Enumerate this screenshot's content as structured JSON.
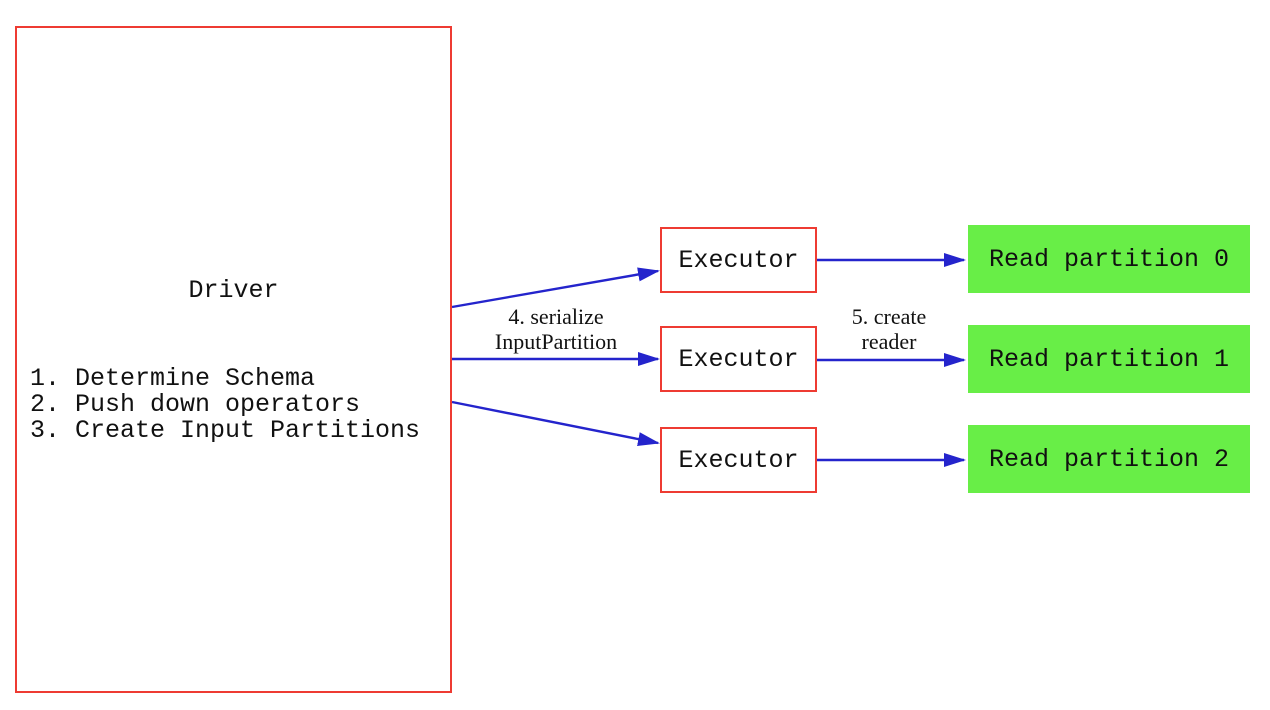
{
  "diagram": {
    "driver": {
      "title": "Driver",
      "steps": [
        "1. Determine Schema",
        "2. Push down operators",
        "3. Create Input Partitions"
      ]
    },
    "executors": [
      {
        "label": "Executor"
      },
      {
        "label": "Executor"
      },
      {
        "label": "Executor"
      }
    ],
    "partitions": [
      {
        "label": "Read partition 0"
      },
      {
        "label": "Read partition 1"
      },
      {
        "label": "Read partition 2"
      }
    ],
    "edge_labels": {
      "serialize": {
        "line1": "4. serialize",
        "line2": "InputPartition"
      },
      "create_reader": {
        "line1": "5. create",
        "line2": "reader"
      }
    },
    "colors": {
      "box_border_red": "#ee3b32",
      "arrow_blue": "#2424cc",
      "partition_green": "#68ee47",
      "text_black": "#111111",
      "background": "#ffffff"
    }
  }
}
